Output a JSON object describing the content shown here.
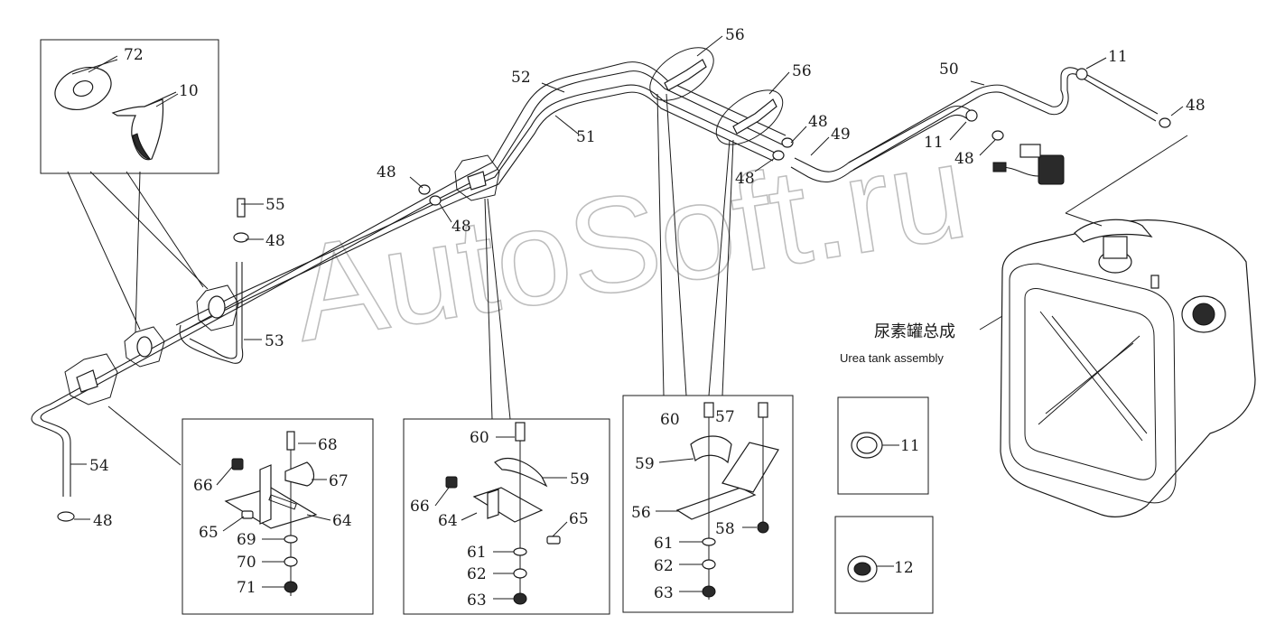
{
  "caption": {
    "chinese": "尿素罐总成",
    "english": "Urea tank assembly"
  },
  "watermark": "AutoSoft.ru",
  "callouts": [
    {
      "id": "c72",
      "label": "72"
    },
    {
      "id": "c10",
      "label": "10"
    },
    {
      "id": "c55",
      "label": "55"
    },
    {
      "id": "c48a",
      "label": "48"
    },
    {
      "id": "c53",
      "label": "53"
    },
    {
      "id": "c54",
      "label": "54"
    },
    {
      "id": "c48b",
      "label": "48"
    },
    {
      "id": "c52",
      "label": "52"
    },
    {
      "id": "c51",
      "label": "51"
    },
    {
      "id": "c48c",
      "label": "48"
    },
    {
      "id": "c48d",
      "label": "48"
    },
    {
      "id": "c56a",
      "label": "56"
    },
    {
      "id": "c56b",
      "label": "56"
    },
    {
      "id": "c48e",
      "label": "48"
    },
    {
      "id": "c49",
      "label": "49"
    },
    {
      "id": "c48f",
      "label": "48"
    },
    {
      "id": "c50",
      "label": "50"
    },
    {
      "id": "c11a",
      "label": "11"
    },
    {
      "id": "c48g",
      "label": "48"
    },
    {
      "id": "c11b",
      "label": "11"
    },
    {
      "id": "c48h",
      "label": "48"
    },
    {
      "id": "c68",
      "label": "68"
    },
    {
      "id": "c66a",
      "label": "66"
    },
    {
      "id": "c67",
      "label": "67"
    },
    {
      "id": "c64a",
      "label": "64"
    },
    {
      "id": "c65a",
      "label": "65"
    },
    {
      "id": "c69",
      "label": "69"
    },
    {
      "id": "c70",
      "label": "70"
    },
    {
      "id": "c71",
      "label": "71"
    },
    {
      "id": "c60a",
      "label": "60"
    },
    {
      "id": "c59a",
      "label": "59"
    },
    {
      "id": "c66b",
      "label": "66"
    },
    {
      "id": "c64b",
      "label": "64"
    },
    {
      "id": "c65b",
      "label": "65"
    },
    {
      "id": "c61a",
      "label": "61"
    },
    {
      "id": "c62a",
      "label": "62"
    },
    {
      "id": "c63a",
      "label": "63"
    },
    {
      "id": "c60b",
      "label": "60"
    },
    {
      "id": "c57",
      "label": "57"
    },
    {
      "id": "c59b",
      "label": "59"
    },
    {
      "id": "c56c",
      "label": "56"
    },
    {
      "id": "c58",
      "label": "58"
    },
    {
      "id": "c61b",
      "label": "61"
    },
    {
      "id": "c62b",
      "label": "62"
    },
    {
      "id": "c63b",
      "label": "63"
    },
    {
      "id": "c11c",
      "label": "11"
    },
    {
      "id": "c12",
      "label": "12"
    }
  ]
}
